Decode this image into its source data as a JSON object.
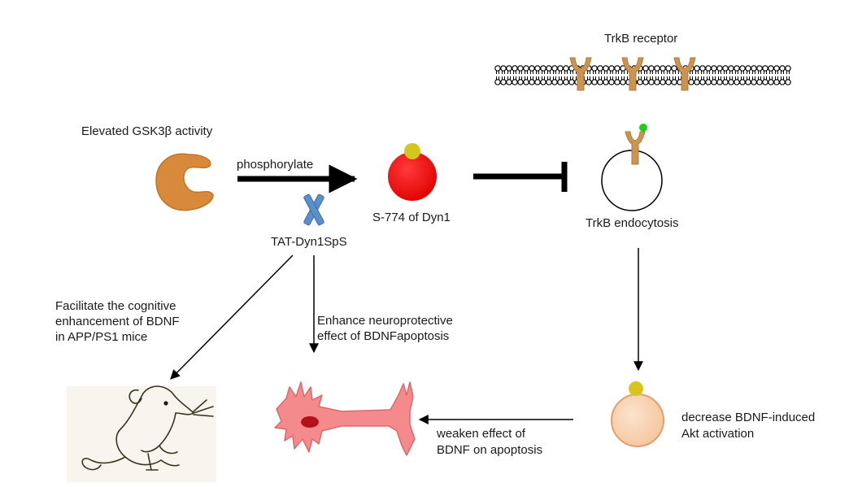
{
  "labels": {
    "trkb_receptor": "TrkB receptor",
    "gsk3b": "Elevated GSK3β activity",
    "phosphorylate": "phosphorylate",
    "dyn1_site": "S-774 of Dyn1",
    "tat_peptide": "TAT-Dyn1SpS",
    "trkb_endocytosis": "TrkB endocytosis",
    "cognitive": [
      "Facilitate the cognitive",
      "enhancement of BDNF",
      "in APP/PS1 mice"
    ],
    "neuroprotective": [
      "Enhance neuroprotective",
      "effect of BDNFapoptosis"
    ],
    "akt": [
      "decrease BDNF-induced",
      "Akt activation"
    ],
    "weaken": [
      "weaken effect of",
      "BDNF on apoptosis"
    ]
  },
  "colors": {
    "gsk3b": "#d88a3a",
    "dyn1": "#ee1111",
    "phospho": "#d6c51c",
    "receptor": "#cc9450",
    "peptide": "#5b8fc9",
    "neuron": "#f48a8c",
    "nucleus": "#b3121a",
    "vesicle": "#f6cca6",
    "ligand": "#1fcc1f"
  },
  "icons": [
    "gsk3b-icon",
    "dyn1-icon",
    "peptide-icon",
    "membrane-icon",
    "vesicle-icon",
    "endosome-icon",
    "neuron-icon",
    "mouse-icon"
  ]
}
